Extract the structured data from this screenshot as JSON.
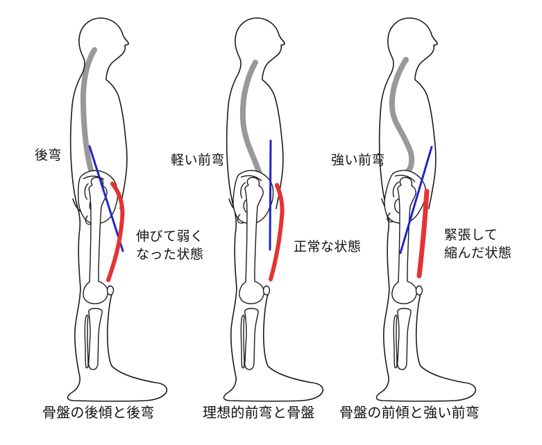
{
  "diagram": {
    "colors": {
      "background": "#ffffff",
      "text": "#111111",
      "outline": "#1a1a1a",
      "spine": "#999999",
      "axis": "#2222cc",
      "muscle": "#e53333"
    },
    "figures": [
      {
        "id": "posterior-pelvic-tilt",
        "spine_label": "後弯",
        "muscle_label": "伸びて弱く\nなった状態",
        "caption": "骨盤の後傾と後弯"
      },
      {
        "id": "ideal-posture",
        "spine_label": "軽い前弯",
        "muscle_label": "正常な状態",
        "caption": "理想的前弯と骨盤"
      },
      {
        "id": "anterior-pelvic-tilt",
        "spine_label": "強い前弯",
        "muscle_label": "緊張して\n縮んだ状態",
        "caption": "骨盤の前傾と強い前弯"
      }
    ]
  }
}
